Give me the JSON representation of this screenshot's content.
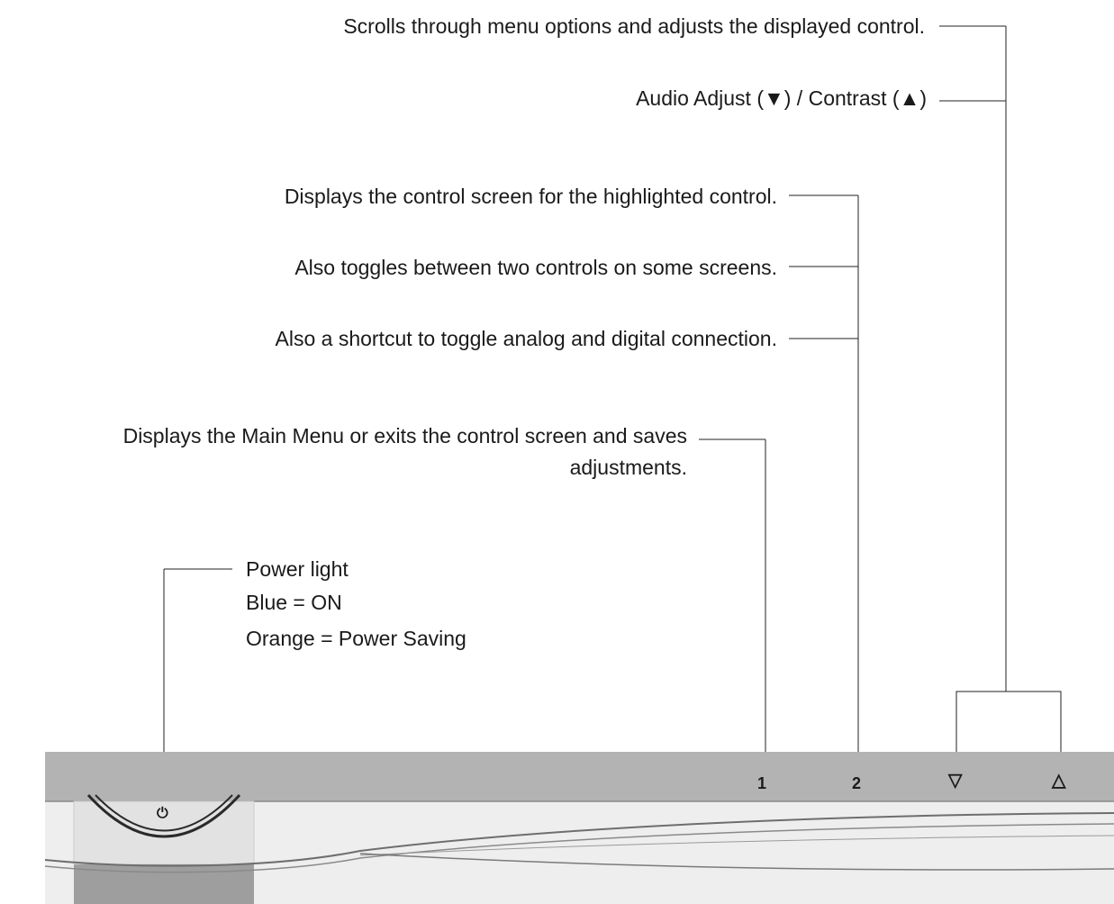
{
  "annotations": {
    "scroll": "Scrolls through menu options and adjusts the displayed control.",
    "audio_contrast": "Audio Adjust (▼) / Contrast  (▲)",
    "display_control": "Displays the control screen for the highlighted control.",
    "toggle_controls": "Also toggles between two controls on some screens.",
    "shortcut_toggle": "Also a shortcut to toggle analog and digital connection.",
    "main_menu_line1": "Displays the Main Menu or exits the control screen and saves",
    "main_menu_line2": "adjustments.",
    "power_light": "Power light",
    "blue_on": "Blue = ON",
    "orange_saving": "Orange = Power Saving"
  },
  "buttons": {
    "button1": "1",
    "button2": "2",
    "down": "▽",
    "up": "△",
    "power": "⏻"
  }
}
